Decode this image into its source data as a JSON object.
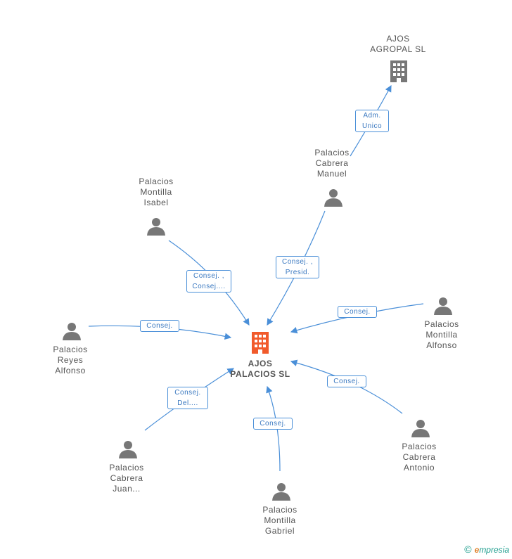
{
  "center": {
    "name": "AJOS\nPALACIOS SL",
    "color": "#f15a2b"
  },
  "company_top": {
    "name": "AJOS\nAGROPAL SL",
    "color": "#777777"
  },
  "people": {
    "manuel": "Palacios\nCabrera\nManuel",
    "isabel": "Palacios\nMontilla\nIsabel",
    "reyes": "Palacios\nReyes\nAlfonso",
    "montilla_alfonso": "Palacios\nMontilla\nAlfonso",
    "antonio": "Palacios\nCabrera\nAntonio",
    "juan": "Palacios\nCabrera\nJuan...",
    "gabriel": "Palacios\nMontilla\nGabriel"
  },
  "relations": {
    "adm_unico": "Adm.\nUnico",
    "consej_presid": "Consej. ,\nPresid.",
    "consej_isabel": "Consej. ,\nConsej....",
    "consej_reyes": "Consej.",
    "consej_montilla_alfonso": "Consej.",
    "consej_antonio": "Consej.",
    "consej_del": "Consej.\nDel....",
    "consej_gabriel": "Consej."
  },
  "edge_color": "#4a8fd8",
  "person_color": "#777777",
  "footer": {
    "copyright": "©",
    "brand_e": "e",
    "brand_rest": "mpresia"
  }
}
